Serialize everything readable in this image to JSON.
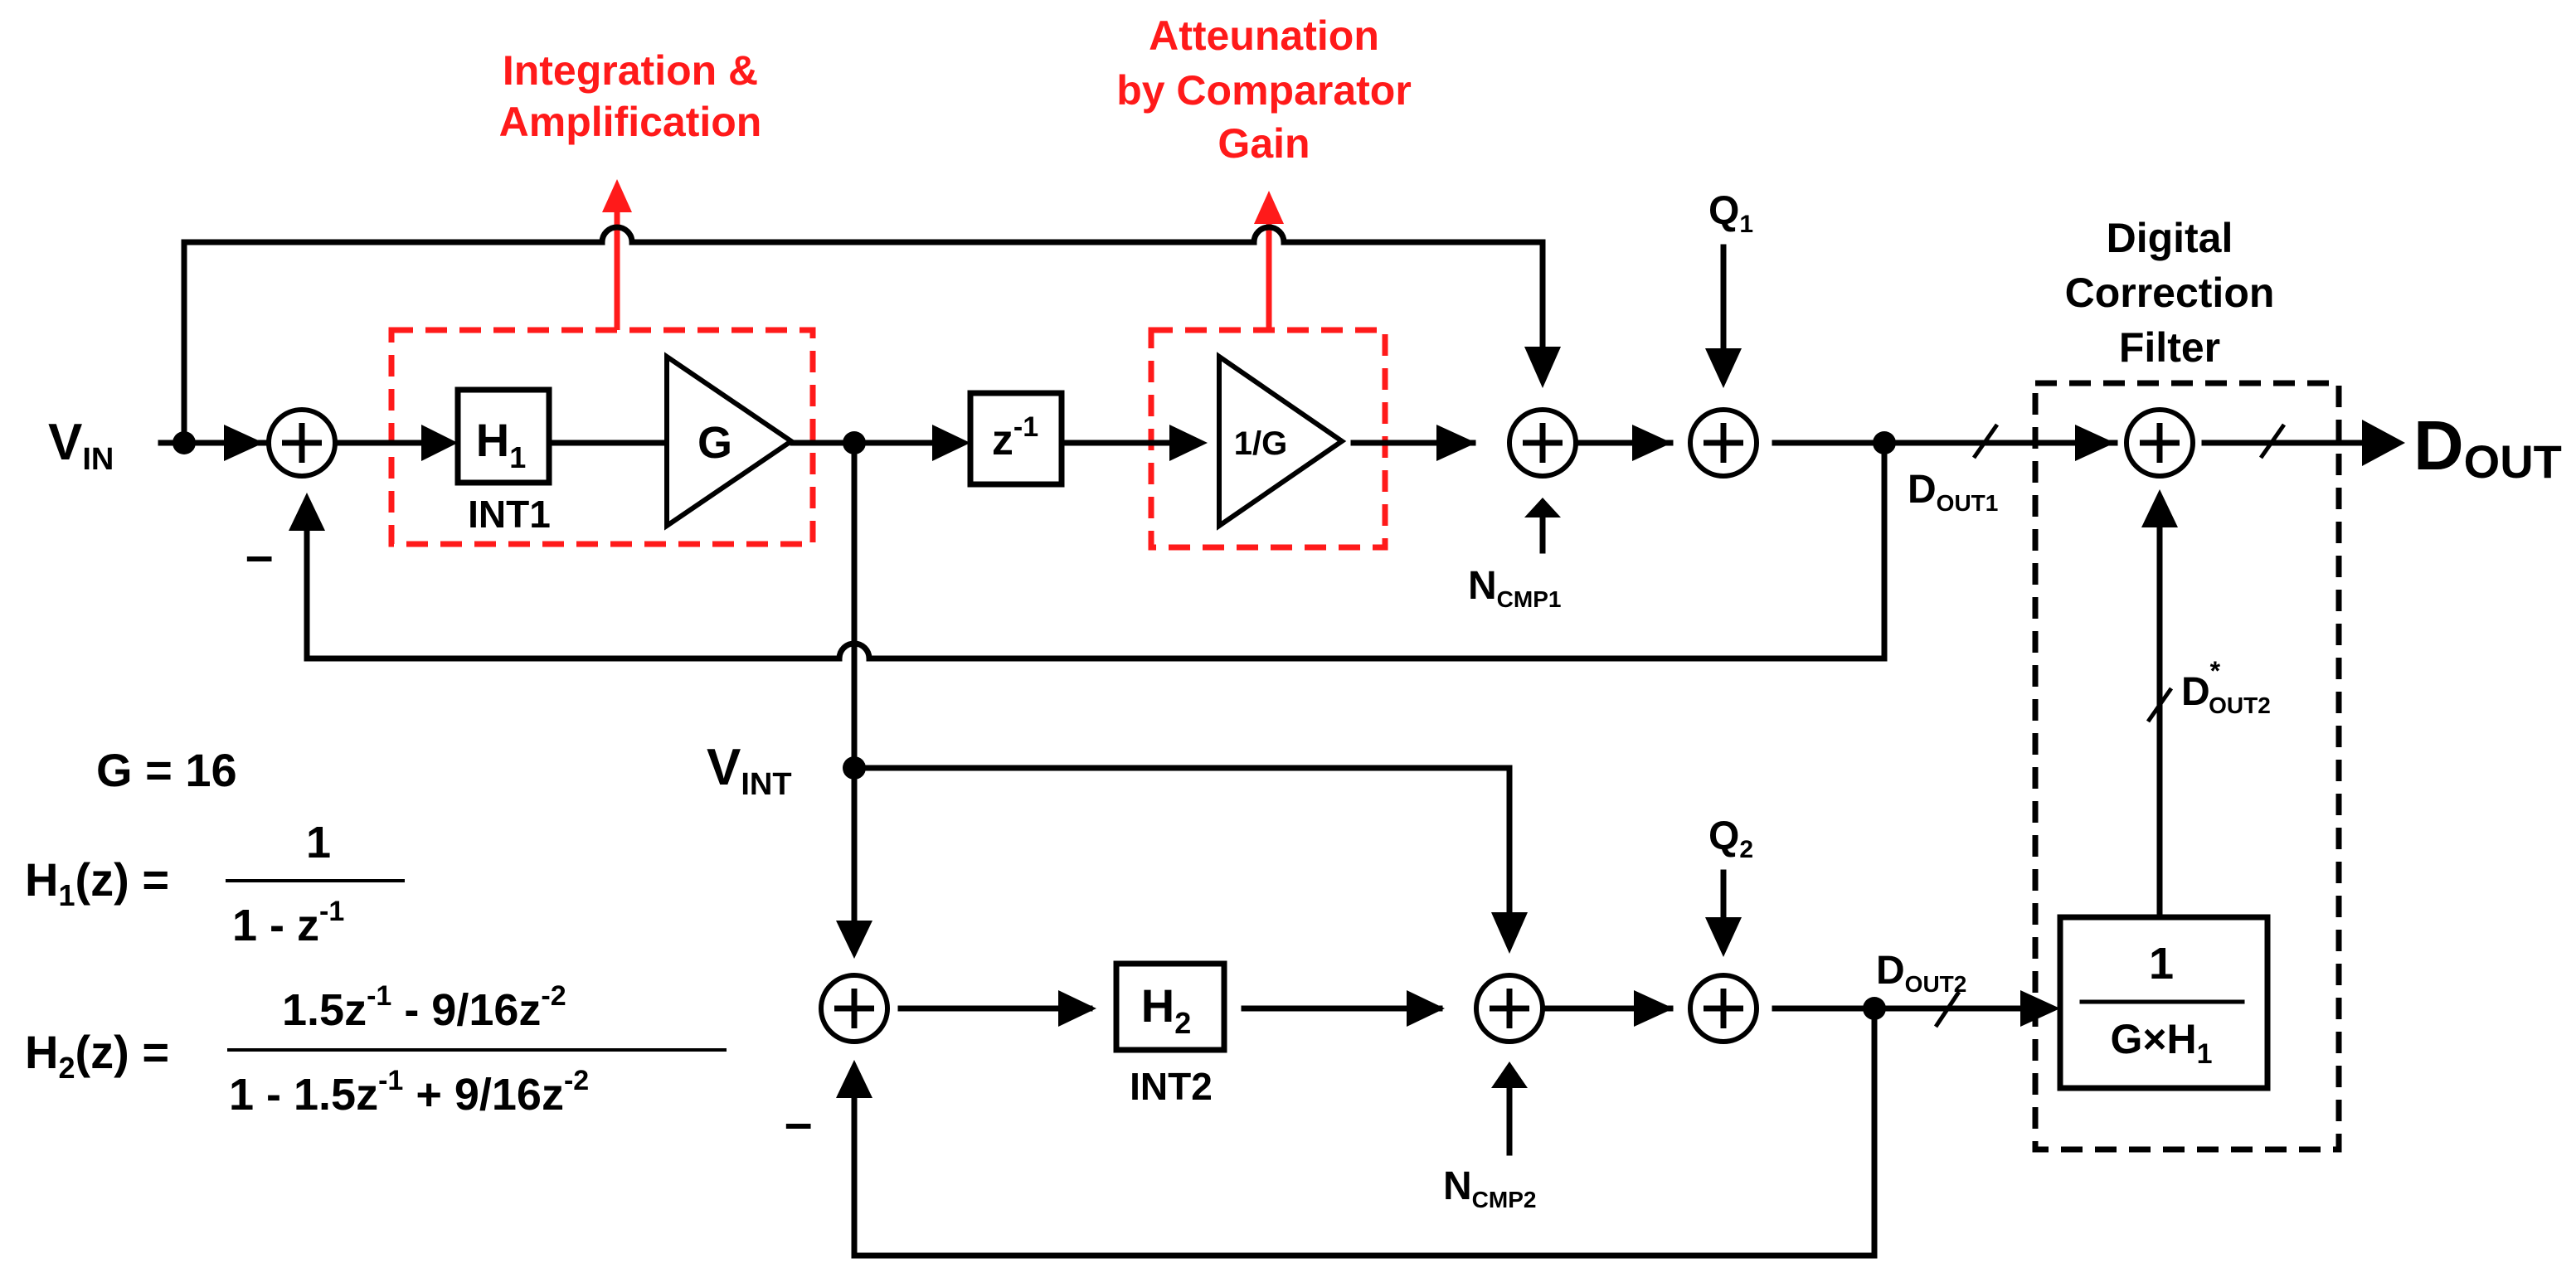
{
  "annotations": {
    "integration_line1": "Integration &",
    "integration_line2": "Amplification",
    "attenuation_line1": "Atteunation",
    "attenuation_line2": "by Comparator",
    "attenuation_line3": "Gain",
    "dcf_line1": "Digital",
    "dcf_line2": "Correction",
    "dcf_line3": "Filter"
  },
  "signals": {
    "vin_main": "V",
    "vin_sub": "IN",
    "vint_main": "V",
    "vint_sub": "INT",
    "dout_main": "D",
    "dout_sub": "OUT",
    "dout1_main": "D",
    "dout1_sub": "OUT1",
    "dout2_main": "D",
    "dout2_sub": "OUT2",
    "dout2s_main": "D",
    "dout2s_sub": "OUT2",
    "dout2s_sup": "*",
    "q1_main": "Q",
    "q1_sub": "1",
    "q2_main": "Q",
    "q2_sub": "2",
    "ncmp1_main": "N",
    "ncmp1_sub": "CMP1",
    "ncmp2_main": "N",
    "ncmp2_sub": "CMP2",
    "minus1": "–",
    "minus2": "–"
  },
  "blocks": {
    "h1_main": "H",
    "h1_sub": "1",
    "int1": "INT1",
    "g": "G",
    "zinv_main": "z",
    "zinv_sup": "-1",
    "inv_g": "1/G",
    "h2_main": "H",
    "h2_sub": "2",
    "int2": "INT2",
    "corr_num": "1",
    "corr_den_pre": "G×H",
    "corr_den_sub": "1"
  },
  "equations": {
    "g_value": "G = 16",
    "h1_lhs_main": "H",
    "h1_lhs_sub": "1",
    "h1_lhs_rest": "(z) =",
    "h1_num": "1",
    "h1_den_pre": "1 - z",
    "h1_den_sup": "-1",
    "h2_lhs_main": "H",
    "h2_lhs_sub": "2",
    "h2_lhs_rest": "(z) =",
    "h2_num_a": "1.5z",
    "h2_num_sup_a": "-1",
    "h2_num_b": " - 9/16z",
    "h2_num_sup_b": "-2",
    "h2_den_a": "1 - 1.5z",
    "h2_den_sup_a": "-1",
    "h2_den_b": " + 9/16z",
    "h2_den_sup_b": "-2"
  },
  "colors": {
    "annotation": "#ff1a1a",
    "lines": "#000000",
    "background": "#ffffff"
  }
}
